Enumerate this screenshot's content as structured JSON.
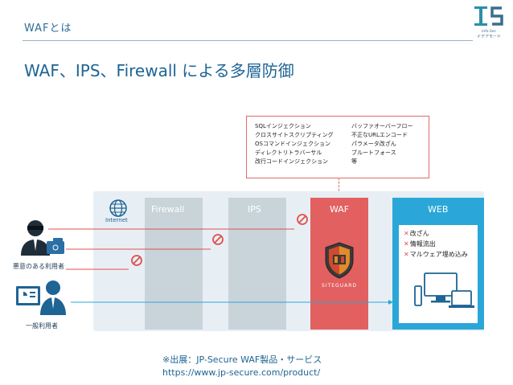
{
  "section_label": "WAFとは",
  "page_title": "WAF、IPS、Firewall による多層防御",
  "logo": {
    "lines": [
      "Info.Sec",
      "イデアモード"
    ]
  },
  "threats": {
    "col1": [
      "SQLインジェクション",
      "クロスサイトスクリプティング",
      "OSコマンドインジェクション",
      "ディレクトリトラバーサル",
      "改行コードインジェクション"
    ],
    "col2": [
      "バッファオーバーフロー",
      "不正なURLエンコード",
      "パラメータ改ざん",
      "ブルートフォース",
      "等"
    ]
  },
  "layers": {
    "internet": "Internet",
    "firewall": "Firewall",
    "ips": "IPS",
    "waf": "WAF",
    "waf_product": "SITEGUARD",
    "web": "WEB"
  },
  "web_risks": [
    "改ざん",
    "情報流出",
    "マルウェア埋め込み"
  ],
  "users": {
    "malicious": "悪意のある利用者",
    "general": "一般利用者"
  },
  "footnote": {
    "source": "※出展：JP-Secure WAF製品・サービス",
    "url": "https://www.jp-secure.com/product/"
  },
  "colors": {
    "accent": "#1e6494",
    "attack": "#e05050",
    "waf": "#e26060",
    "web": "#2aa7d8",
    "normal": "#2aa7d8"
  }
}
